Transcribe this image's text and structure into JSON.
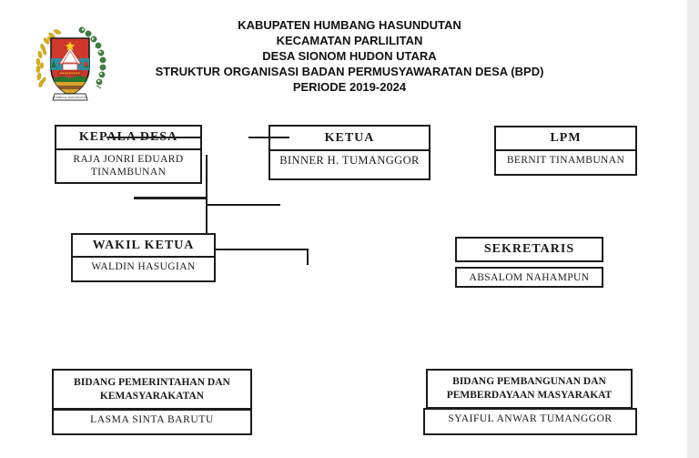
{
  "title_block": {
    "lines": [
      "KABUPATEN HUMBANG HASUNDUTAN",
      "KECAMATAN PARLILITAN",
      "DESA SIONOM HUDON UTARA",
      "STRUKTUR ORGANISASI BADAN PERMUSYAWARATAN DESA (BPD)",
      "PERIODE 2019-2024"
    ]
  },
  "logo": {
    "name": "humbang-hasundutan-regency-seal",
    "ribbon_text": "HUMBANG HASUNDUTAN",
    "colors": {
      "shield_red": "#cf372b",
      "band_teal": "#2d8fa3",
      "hill_green": "#27752f",
      "field_yellow": "#d9a32a",
      "field_brown": "#8a5a28",
      "star_yellow": "#f7d117",
      "wreath_yellow": "#d8ae12",
      "wreath_green": "#3e7e3e"
    }
  },
  "boxes": {
    "kepala_desa": {
      "title": "KEPALA DESA",
      "person": "RAJA JONRI EDUARD TINAMBUNAN"
    },
    "ketua": {
      "title": "KETUA",
      "person": "BINNER H. TUMANGGOR"
    },
    "lpm": {
      "title": "LPM",
      "person": "BERNIT TINAMBUNAN"
    },
    "wakil_ketua": {
      "title": "WAKIL KETUA",
      "person": "WALDIN HASUGIAN"
    },
    "sekretaris": {
      "title": "SEKRETARIS",
      "person": "ABSALOM NAHAMPUN"
    },
    "bidang_pemerintahan": {
      "title": "BIDANG PEMERINTAHAN DAN KEMASYARAKATAN",
      "person": "LASMA SINTA BARUTU"
    },
    "bidang_pembangunan": {
      "title": "BIDANG PEMBANGUNAN DAN PEMBERDAYAAN MASYARAKAT",
      "person": "SYAIFUL ANWAR TUMANGGOR"
    }
  }
}
